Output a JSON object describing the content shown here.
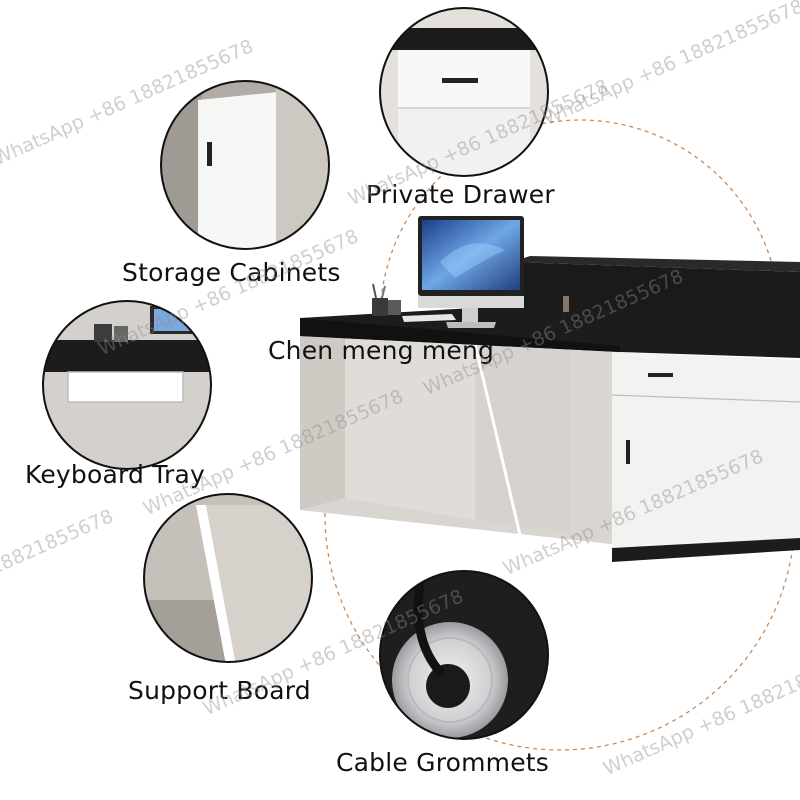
{
  "labels": {
    "private_drawer": "Private Drawer",
    "storage_cabinets": "Storage Cabinets",
    "center_caption": "Chen meng meng",
    "keyboard_tray": "Keyboard Tray",
    "support_board": "Support Board",
    "cable_grommets": "Cable Grommets"
  },
  "watermark": "WhatsApp +86 18821855678",
  "colors": {
    "desk_top": "#1c1c1c",
    "panel": "#d8d4cf",
    "white_cabinet": "#f3f3f1",
    "dashed_circle": "#c98a5a",
    "circle_border": "#111111"
  }
}
